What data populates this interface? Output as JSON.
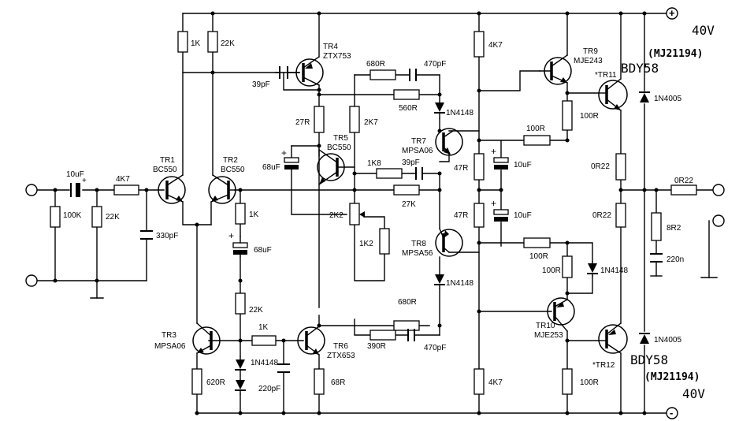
{
  "supply": {
    "positive_voltage": "40V",
    "negative_voltage": "40V",
    "plus_sign": "+",
    "minus_sign": "-",
    "top_device_note": "(MJ21194)",
    "bottom_device_note": "(MJ21194)",
    "top_device": "BDY58",
    "bottom_device": "BDY58"
  },
  "transistors": [
    {
      "ref": "TR1",
      "type": "BC550"
    },
    {
      "ref": "TR2",
      "type": "BC550"
    },
    {
      "ref": "TR3",
      "type": "MPSA06"
    },
    {
      "ref": "TR4",
      "type": "ZTX753"
    },
    {
      "ref": "TR5",
      "type": "BC550"
    },
    {
      "ref": "TR6",
      "type": "ZTX653"
    },
    {
      "ref": "TR7",
      "type": "MPSA06"
    },
    {
      "ref": "TR8",
      "type": "MPSA56"
    },
    {
      "ref": "TR9",
      "type": "MJE243"
    },
    {
      "ref": "TR10",
      "type": "MJE253"
    },
    {
      "ref": "TR11",
      "type": "",
      "prefix": "*TR11"
    },
    {
      "ref": "TR12",
      "type": "",
      "prefix": "*TR12"
    }
  ],
  "components": {
    "r_1k_top": "1K",
    "r_22k_top": "22K",
    "c_10uf_in": "10uF",
    "c_10uf_plus": "+",
    "r_4k7_in": "4K7",
    "r_100k": "100K",
    "r_22k_in": "22K",
    "c_330pf": "330pF",
    "c_39pf_tr4": "39pF",
    "r_27r": "27R",
    "r_2k7": "2K7",
    "c_68uf_tr5": "68uF",
    "c_68uf_plus": "+",
    "r_1k_tr2": "1K",
    "c_68uf_low": "68uF",
    "c_68uf_low_plus": "+",
    "r_22k_mid": "22K",
    "r_1k_tr6": "1K",
    "d_1n4148_left": "1N4148",
    "c_220pf": "220pF",
    "r_620r": "620R",
    "r_68r": "68R",
    "r_680r_top": "680R",
    "c_470pf_top": "470pF",
    "r_560r": "560R",
    "d_1n4148_top": "1N4148",
    "r_1k8": "1K8",
    "c_39pf_mid": "39pF",
    "r_27k": "27K",
    "vr_2k2": "2K2",
    "r_1k2": "1K2",
    "d_1n4148_bot": "1N4148",
    "r_680r_bot": "680R",
    "r_390r": "390R",
    "c_470pf_bot": "470pF",
    "r_4k7_top": "4K7",
    "r_4k7_bot": "4K7",
    "r_47r_top": "47R",
    "r_47r_bot": "47R",
    "c_10uf_top": "10uF",
    "c_10uf_top_plus": "+",
    "c_10uf_bot": "10uF",
    "c_10uf_bot_plus": "+",
    "r_100r_top_h": "100R",
    "r_100r_top_v": "100R",
    "r_100r_bot_h": "100R",
    "r_100r_bot_v": "100R",
    "r_100r_low": "100R",
    "d_1n4148_right": "1N4148",
    "r_0r22_top": "0R22",
    "r_0r22_bot": "0R22",
    "r_0r22_out": "0R22",
    "d_1n4005_top": "1N4005",
    "d_1n4005_bot": "1N4005",
    "r_8r2": "8R2",
    "c_220n": "220n"
  }
}
